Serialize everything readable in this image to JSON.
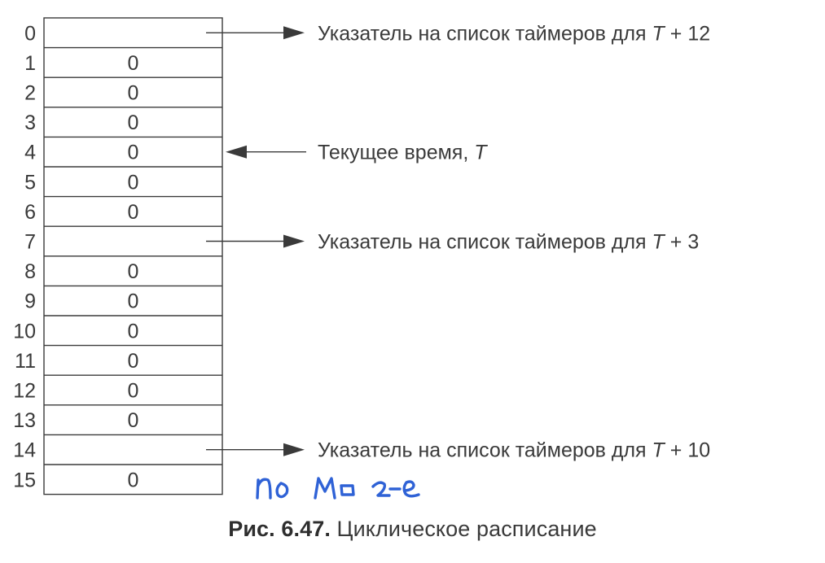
{
  "rows": [
    {
      "index": "0",
      "value": ""
    },
    {
      "index": "1",
      "value": "0"
    },
    {
      "index": "2",
      "value": "0"
    },
    {
      "index": "3",
      "value": "0"
    },
    {
      "index": "4",
      "value": "0"
    },
    {
      "index": "5",
      "value": "0"
    },
    {
      "index": "6",
      "value": "0"
    },
    {
      "index": "7",
      "value": ""
    },
    {
      "index": "8",
      "value": "0"
    },
    {
      "index": "9",
      "value": "0"
    },
    {
      "index": "10",
      "value": "0"
    },
    {
      "index": "11",
      "value": "0"
    },
    {
      "index": "12",
      "value": "0"
    },
    {
      "index": "13",
      "value": "0"
    },
    {
      "index": "14",
      "value": ""
    },
    {
      "index": "15",
      "value": "0"
    }
  ],
  "annotations": [
    {
      "row": 0,
      "direction": "out",
      "prefix": "Указатель на список таймеров для ",
      "var": "T",
      "suffix": " + 12"
    },
    {
      "row": 4,
      "direction": "in",
      "prefix": "Текущее время, ",
      "var": "T",
      "suffix": ""
    },
    {
      "row": 7,
      "direction": "out",
      "prefix": "Указатель на список таймеров для ",
      "var": "T",
      "suffix": " + 3"
    },
    {
      "row": 14,
      "direction": "out",
      "prefix": "Указатель на список таймеров для ",
      "var": "T",
      "suffix": " + 10"
    }
  ],
  "handwriting": "по мо 2-е",
  "caption": {
    "label": "Рис. 6.47.",
    "text": " Циклическое расписание"
  },
  "colors": {
    "ink": "#3a3a3a",
    "handwriting": "#2f62d6"
  }
}
